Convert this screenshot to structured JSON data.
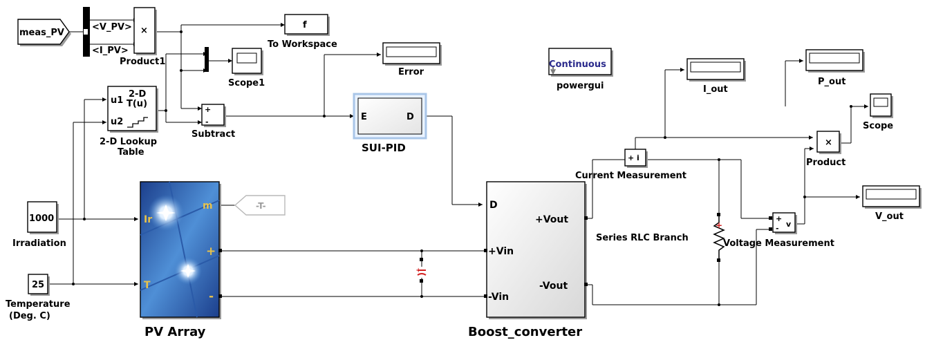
{
  "blocks": {
    "meas_pv": "meas_PV",
    "bus_v_pv": "<V_PV>",
    "bus_i_pv": "<I_PV>",
    "product1_sym": "×",
    "product1": "Product1",
    "to_workspace_var": "f",
    "to_workspace": "To Workspace",
    "scope1": "Scope1",
    "error": "Error",
    "lookup_u1": "u1",
    "lookup_u2": "u2",
    "lookup_2d": "2-D",
    "lookup_tu": "T(u)",
    "lookup_name_1": "2-D Lookup",
    "lookup_name_2": "Table",
    "subtract_plus": "+",
    "subtract_minus": "-",
    "subtract": "Subtract",
    "pid_e": "E",
    "pid_d": "D",
    "pid": "SUI-PID",
    "powergui_mode": "Continuous",
    "powergui": "powergui",
    "i_out": "I_out",
    "p_out": "P_out",
    "scope": "Scope",
    "product_sym": "×",
    "product": "Product",
    "current_measurement": "Current Measurement",
    "current_meas_sym": "+ i",
    "irradiation_value": "1000",
    "irradiation": "Irradiation",
    "temperature_value": "25",
    "temperature_1": "Temperature",
    "temperature_2": "(Deg. C)",
    "pv_ir": "Ir",
    "pv_t": "T",
    "pv_m": "m",
    "pv_plus": "+",
    "pv_minus": "-",
    "pv_array": "PV Array",
    "goto_tag": "-T-",
    "boost_d": "D",
    "boost_vin_p": "+Vin",
    "boost_vin_n": "-Vin",
    "boost_vout_p": "+Vout",
    "boost_vout_n": "-Vout",
    "boost_converter": "Boost_converter",
    "series_rlc": "Series RLC Branch",
    "voltage_measurement": "Voltage Measurement",
    "volt_meas_plus": "+",
    "volt_meas_minus": "-",
    "volt_meas_sym": "v",
    "v_out": "V_out"
  },
  "colors": {
    "pv_panel_dark": "#1c3f8c",
    "pv_panel_light": "#4f8fd6",
    "pv_label": "#e8c24a",
    "pid_border": "#a9c6e8",
    "powergui_text": "#2a2a8c",
    "capacitor_red": "#d22222"
  }
}
